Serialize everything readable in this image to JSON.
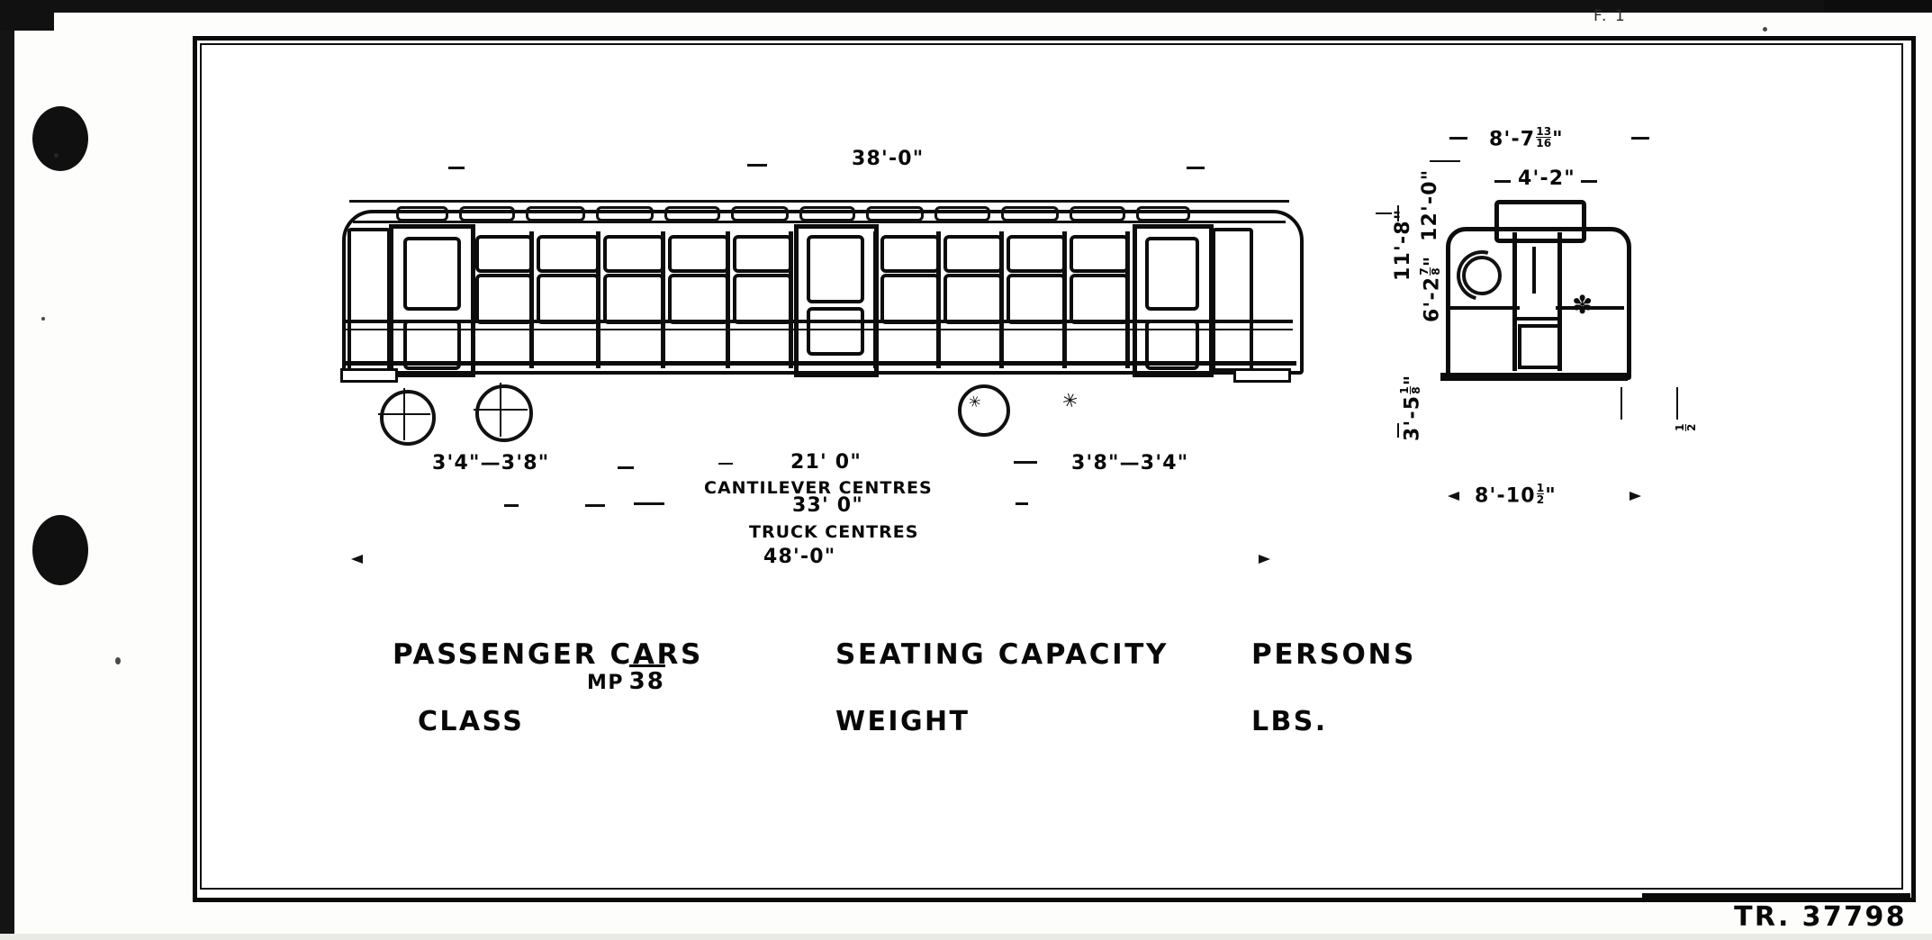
{
  "document": {
    "kind": "scanned-engineering-drawing",
    "drawing_number": "TR. 37798",
    "corner_mark": "F. 1"
  },
  "caption": {
    "columns": [
      {
        "line1": "PASSENGER CARS",
        "line2": "CLASS",
        "fraction_num": "MP",
        "fraction_den": "38"
      },
      {
        "line1": "SEATING CAPACITY",
        "line2": "WEIGHT"
      },
      {
        "line1": "PERSONS",
        "line2": "LBS."
      }
    ]
  },
  "side_elevation": {
    "name": "side-elevation-view",
    "dimensions": {
      "body_length": "38'-0\"",
      "wheelbase_left": "3'4\"—3'8\"",
      "wheelbase_right": "3'8\"—3'4\"",
      "cantilever_centres_value": "21' 0\"",
      "cantilever_centres_label": "CANTILEVER CENTRES",
      "truck_centres_value": "33' 0\"",
      "truck_centres_label": "TRUCK CENTRES",
      "overall_length": "48'-0\""
    }
  },
  "end_elevation": {
    "name": "end-elevation-view",
    "dimensions": {
      "top_width": "8'-7",
      "top_width_frac_num": "13",
      "top_width_frac_den": "16",
      "top_width_suffix": "\"",
      "headstock_width": "4'-2\"",
      "overall_width": "8'-10",
      "overall_width_frac_num": "1",
      "overall_width_frac_den": "2",
      "overall_width_suffix": "\"",
      "height_to_roof": "11'-8\"",
      "height_mid": "6'-2",
      "height_mid_frac_num": "7",
      "height_mid_frac_den": "8",
      "height_mid_suffix": "\"",
      "height_overall": "12'-0\"",
      "height_floor": "3'-5",
      "height_floor_frac_num": "1",
      "height_floor_frac_den": "8",
      "height_floor_suffix": "\""
    }
  },
  "colors": {
    "ink": "#080808",
    "paper": "#ffffff",
    "scan_edge": "#111111"
  }
}
